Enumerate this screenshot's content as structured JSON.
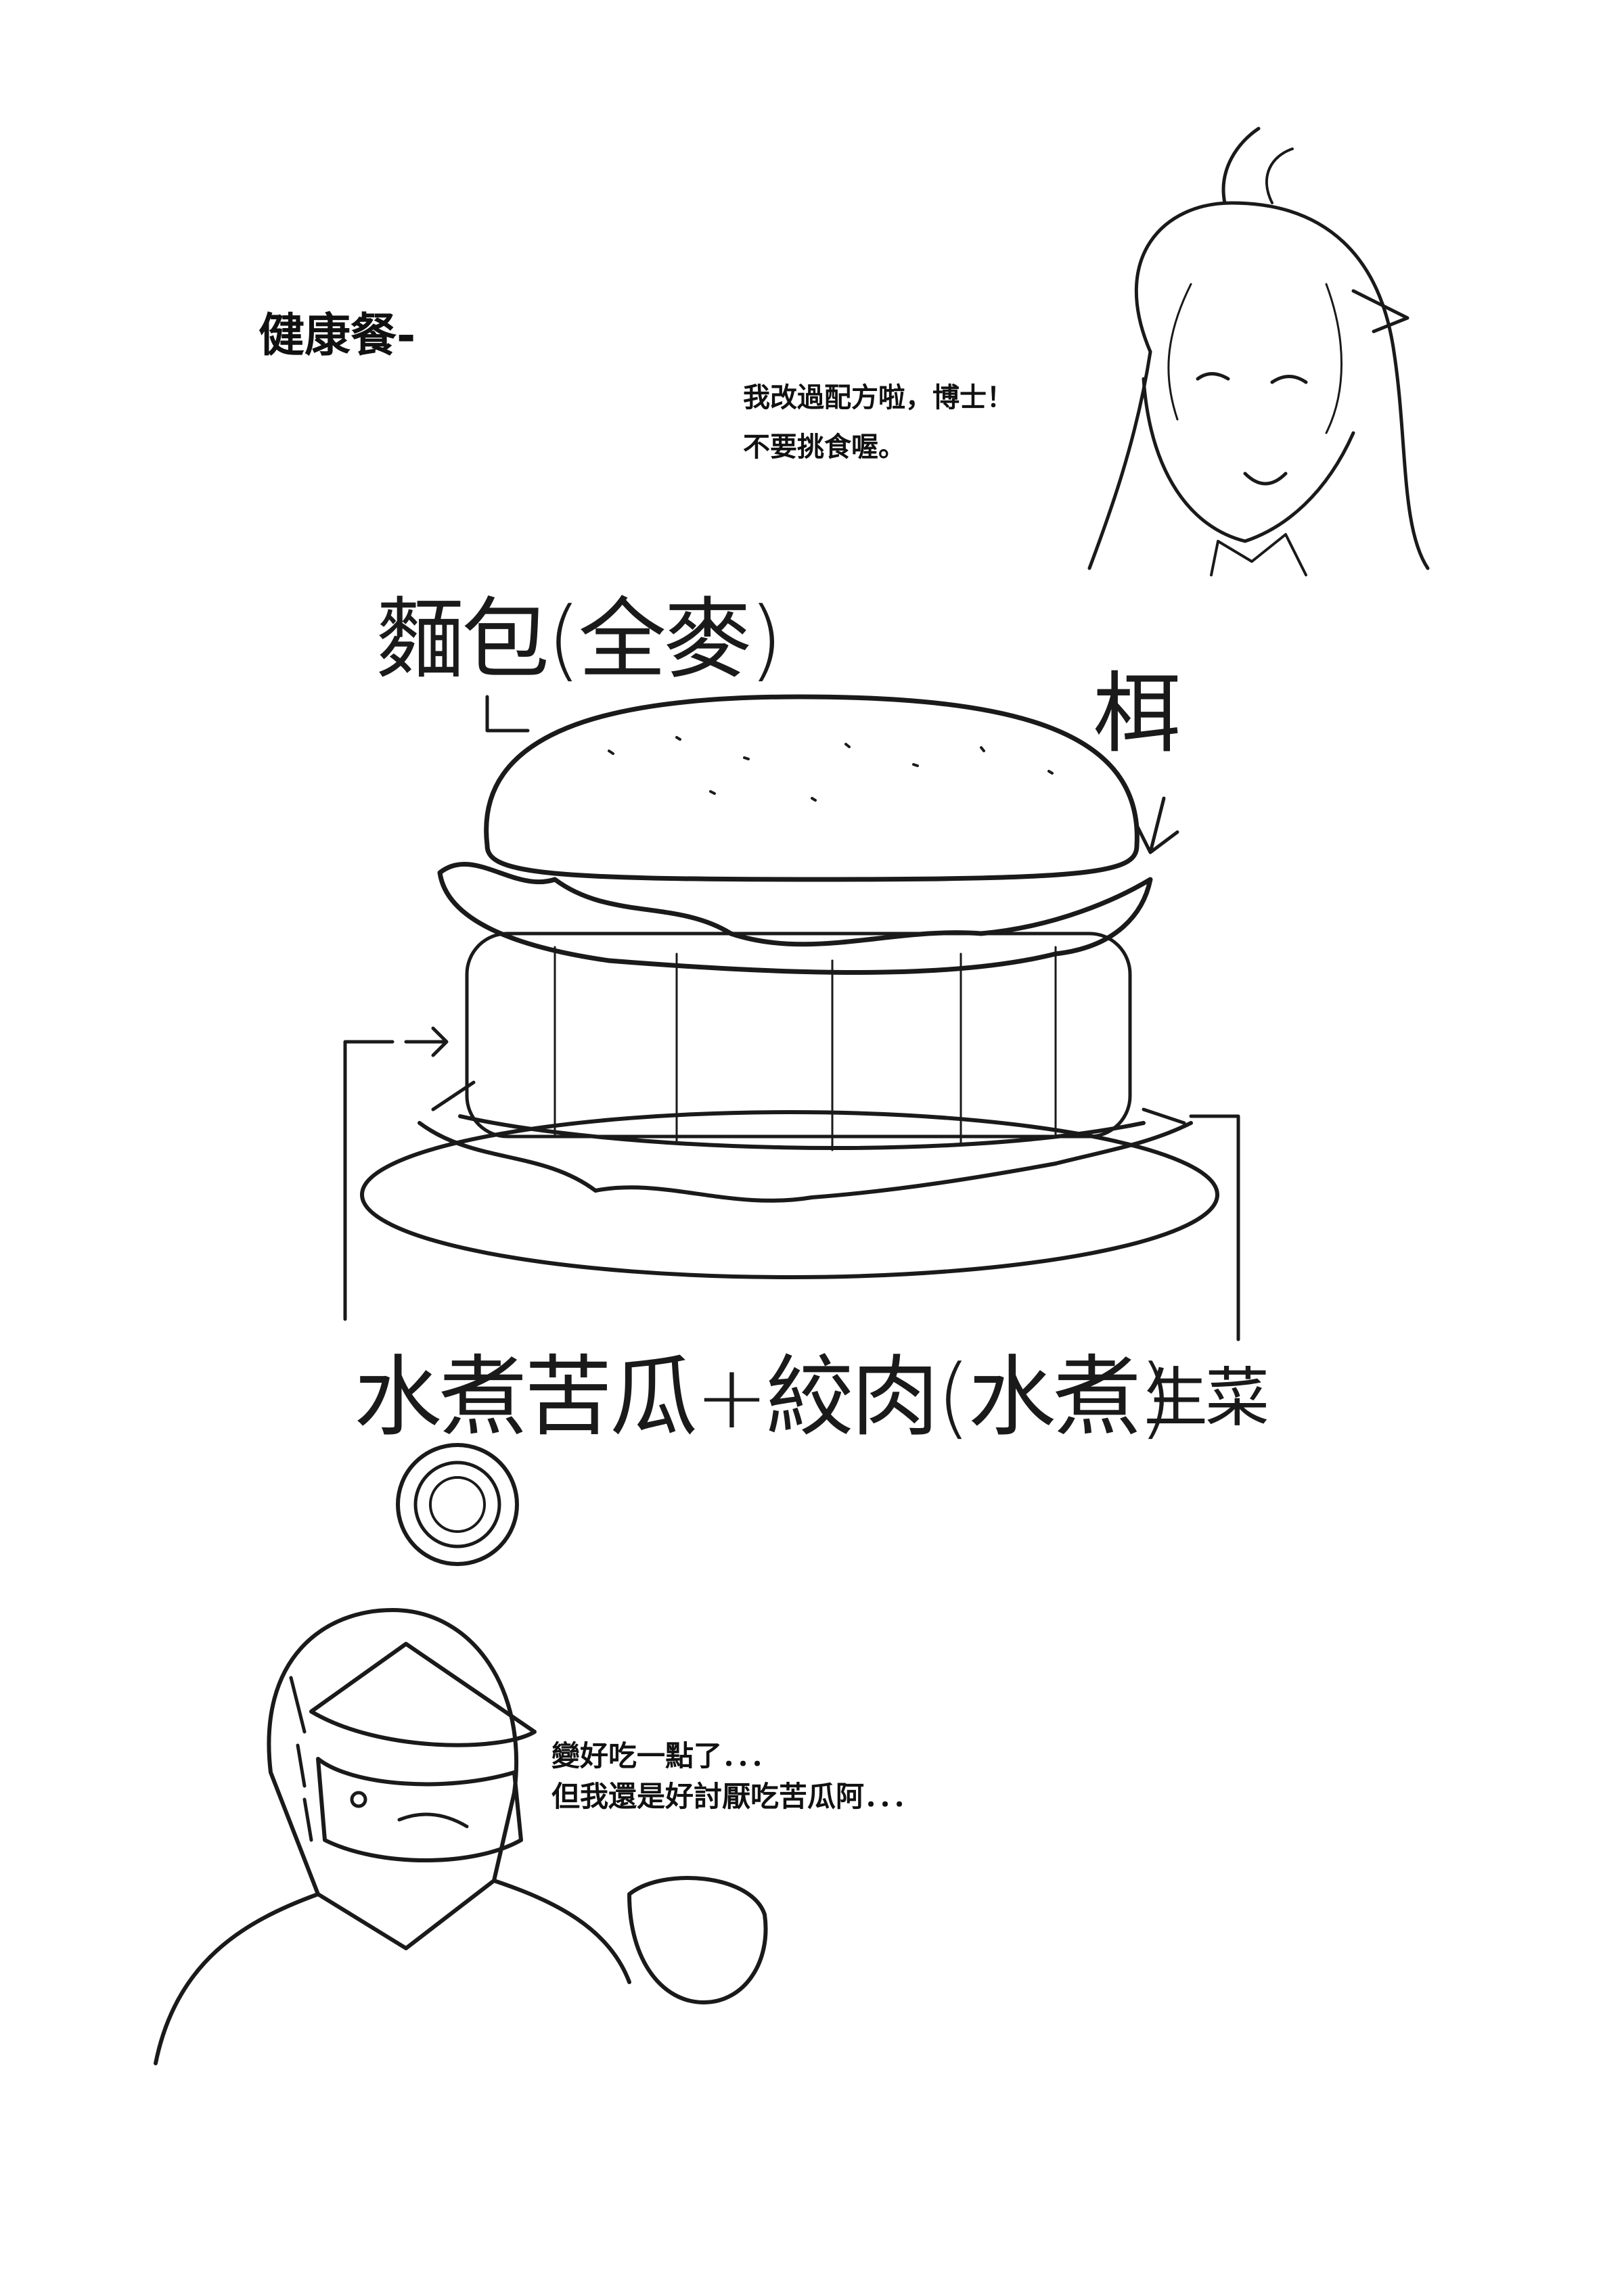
{
  "title": "健康餐-",
  "girl_speech": {
    "line1": "我改過配方啦，博士！",
    "line2": "不要挑食喔。"
  },
  "labels": {
    "bread": "麵包(全麥)",
    "wood_ear": "栮",
    "filling": "水煮苦瓜+絞肉(水煮)",
    "lettuce": "生菜"
  },
  "doctor_speech": {
    "line1": "變好吃一點了．．．",
    "line2": "但我還是好討厭吃苦瓜阿．．．"
  },
  "colors": {
    "ink": "#1a1a1a",
    "background": "#ffffff",
    "shade": "#cfcfcf"
  }
}
